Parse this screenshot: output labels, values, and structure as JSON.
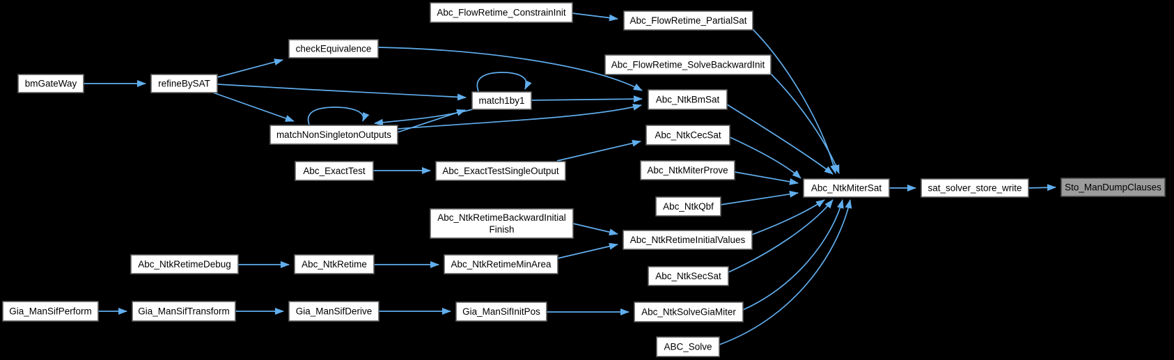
{
  "diagram": {
    "type": "call-graph",
    "highlighted_node": "Sto_ManDumpClauses",
    "colors": {
      "background": "#000000",
      "edge": "#61AEEE",
      "node_fill": "#FFFFFF",
      "node_border": "#5E5E5E",
      "node_text": "#000000",
      "highlight_fill": "#9C9C9C",
      "highlight_border": "#4E4E4E"
    },
    "nodes": [
      {
        "id": "bmGateWay",
        "label": "bmGateWay",
        "highlighted": false
      },
      {
        "id": "refineBySAT",
        "label": "refineBySAT",
        "highlighted": false
      },
      {
        "id": "checkEquivalence",
        "label": "checkEquivalence",
        "highlighted": false
      },
      {
        "id": "Abc_FlowRetime_ConstrainInit",
        "label": "Abc_FlowRetime_ConstrainInit",
        "highlighted": false
      },
      {
        "id": "Abc_FlowRetime_PartialSat",
        "label": "Abc_FlowRetime_PartialSat",
        "highlighted": false
      },
      {
        "id": "Abc_FlowRetime_SolveBackwardInit",
        "label": "Abc_FlowRetime_SolveBackwardInit",
        "highlighted": false
      },
      {
        "id": "match1by1",
        "label": "match1by1",
        "highlighted": false
      },
      {
        "id": "Abc_NtkBmSat",
        "label": "Abc_NtkBmSat",
        "highlighted": false
      },
      {
        "id": "matchNonSingletonOutputs",
        "label": "matchNonSingletonOutputs",
        "highlighted": false
      },
      {
        "id": "Abc_NtkCecSat",
        "label": "Abc_NtkCecSat",
        "highlighted": false
      },
      {
        "id": "Abc_ExactTest",
        "label": "Abc_ExactTest",
        "highlighted": false
      },
      {
        "id": "Abc_ExactTestSingleOutput",
        "label": "Abc_ExactTestSingleOutput",
        "highlighted": false
      },
      {
        "id": "Abc_NtkMiterProve",
        "label": "Abc_NtkMiterProve",
        "highlighted": false
      },
      {
        "id": "Abc_NtkQbf",
        "label": "Abc_NtkQbf",
        "highlighted": false
      },
      {
        "id": "Abc_NtkMiterSat",
        "label": "Abc_NtkMiterSat",
        "highlighted": false
      },
      {
        "id": "sat_solver_store_write",
        "label": "sat_solver_store_write",
        "highlighted": false
      },
      {
        "id": "Sto_ManDumpClauses",
        "label": "Sto_ManDumpClauses",
        "highlighted": true
      },
      {
        "id": "Abc_NtkRetimeBackwardInitialFinish",
        "label": "Abc_NtkRetimeBackwardInitial Finish",
        "label_lines": [
          "Abc_NtkRetimeBackwardInitial",
          "Finish"
        ],
        "highlighted": false
      },
      {
        "id": "Abc_NtkRetimeInitialValues",
        "label": "Abc_NtkRetimeInitialValues",
        "highlighted": false
      },
      {
        "id": "Abc_NtkRetimeDebug",
        "label": "Abc_NtkRetimeDebug",
        "highlighted": false
      },
      {
        "id": "Abc_NtkRetime",
        "label": "Abc_NtkRetime",
        "highlighted": false
      },
      {
        "id": "Abc_NtkRetimeMinArea",
        "label": "Abc_NtkRetimeMinArea",
        "highlighted": false
      },
      {
        "id": "Abc_NtkSecSat",
        "label": "Abc_NtkSecSat",
        "highlighted": false
      },
      {
        "id": "Gia_ManSifPerform",
        "label": "Gia_ManSifPerform",
        "highlighted": false
      },
      {
        "id": "Gia_ManSifTransform",
        "label": "Gia_ManSifTransform",
        "highlighted": false
      },
      {
        "id": "Gia_ManSifDerive",
        "label": "Gia_ManSifDerive",
        "highlighted": false
      },
      {
        "id": "Gia_ManSifInitPos",
        "label": "Gia_ManSifInitPos",
        "highlighted": false
      },
      {
        "id": "Abc_NtkSolveGiaMiter",
        "label": "Abc_NtkSolveGiaMiter",
        "highlighted": false
      },
      {
        "id": "ABC_Solve",
        "label": "ABC_Solve",
        "highlighted": false
      }
    ],
    "edges": [
      {
        "from": "bmGateWay",
        "to": "refineBySAT"
      },
      {
        "from": "refineBySAT",
        "to": "checkEquivalence"
      },
      {
        "from": "refineBySAT",
        "to": "match1by1"
      },
      {
        "from": "refineBySAT",
        "to": "matchNonSingletonOutputs"
      },
      {
        "from": "checkEquivalence",
        "to": "Abc_NtkBmSat"
      },
      {
        "from": "Abc_FlowRetime_ConstrainInit",
        "to": "Abc_FlowRetime_PartialSat"
      },
      {
        "from": "Abc_FlowRetime_PartialSat",
        "to": "Abc_NtkMiterSat"
      },
      {
        "from": "Abc_FlowRetime_SolveBackwardInit",
        "to": "Abc_NtkMiterSat"
      },
      {
        "from": "match1by1",
        "to": "match1by1"
      },
      {
        "from": "match1by1",
        "to": "Abc_NtkBmSat"
      },
      {
        "from": "match1by1",
        "to": "matchNonSingletonOutputs"
      },
      {
        "from": "matchNonSingletonOutputs",
        "to": "matchNonSingletonOutputs"
      },
      {
        "from": "matchNonSingletonOutputs",
        "to": "match1by1"
      },
      {
        "from": "matchNonSingletonOutputs",
        "to": "Abc_NtkBmSat"
      },
      {
        "from": "Abc_NtkBmSat",
        "to": "Abc_NtkMiterSat"
      },
      {
        "from": "Abc_ExactTest",
        "to": "Abc_ExactTestSingleOutput"
      },
      {
        "from": "Abc_ExactTestSingleOutput",
        "to": "Abc_NtkCecSat"
      },
      {
        "from": "Abc_NtkCecSat",
        "to": "Abc_NtkMiterSat"
      },
      {
        "from": "Abc_NtkMiterProve",
        "to": "Abc_NtkMiterSat"
      },
      {
        "from": "Abc_NtkQbf",
        "to": "Abc_NtkMiterSat"
      },
      {
        "from": "Abc_NtkRetimeBackwardInitialFinish",
        "to": "Abc_NtkRetimeInitialValues"
      },
      {
        "from": "Abc_NtkRetimeMinArea",
        "to": "Abc_NtkRetimeInitialValues"
      },
      {
        "from": "Abc_NtkRetimeInitialValues",
        "to": "Abc_NtkMiterSat"
      },
      {
        "from": "Abc_NtkRetimeDebug",
        "to": "Abc_NtkRetime"
      },
      {
        "from": "Abc_NtkRetime",
        "to": "Abc_NtkRetimeMinArea"
      },
      {
        "from": "Abc_NtkSecSat",
        "to": "Abc_NtkMiterSat"
      },
      {
        "from": "Gia_ManSifPerform",
        "to": "Gia_ManSifTransform"
      },
      {
        "from": "Gia_ManSifTransform",
        "to": "Gia_ManSifDerive"
      },
      {
        "from": "Gia_ManSifDerive",
        "to": "Gia_ManSifInitPos"
      },
      {
        "from": "Gia_ManSifInitPos",
        "to": "Abc_NtkSolveGiaMiter"
      },
      {
        "from": "Abc_NtkSolveGiaMiter",
        "to": "Abc_NtkMiterSat"
      },
      {
        "from": "ABC_Solve",
        "to": "Abc_NtkMiterSat"
      },
      {
        "from": "Abc_NtkMiterSat",
        "to": "sat_solver_store_write"
      },
      {
        "from": "sat_solver_store_write",
        "to": "Sto_ManDumpClauses"
      }
    ]
  }
}
